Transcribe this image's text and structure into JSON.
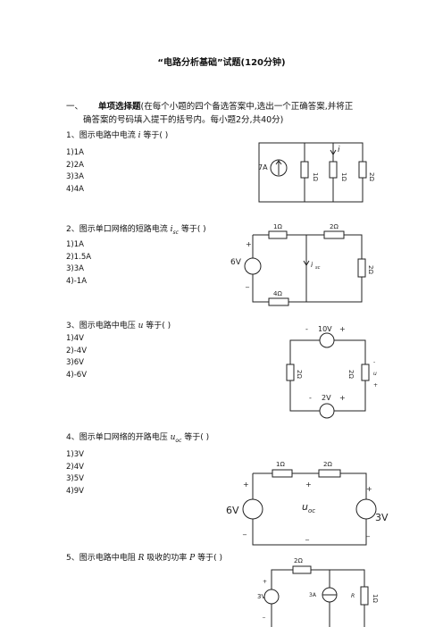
{
  "title": "“电路分析基础”试题(120分钟)",
  "section": {
    "number": "一、",
    "heading": "单项选择题",
    "text_line1": "(在每个小题的四个备选答案中,选出一个正确答案,并将正",
    "text_line2": "确答案的号码填入提干的括号内。每小题2分,共40分)"
  },
  "questions": [
    {
      "prefix": "1、图示电路中电流",
      "var": "i",
      "sub": "",
      "suffix": "等于(     )",
      "options": [
        "1)1A",
        "2)2A",
        "3)3A",
        "4)4A"
      ],
      "labels": {
        "source": "7A",
        "r1": "1Ω",
        "r2": "1Ω",
        "r3": "2Ω",
        "current": "i"
      }
    },
    {
      "prefix": "2、图示单口网络的短路电流",
      "var": "i",
      "sub": "sc",
      "suffix": "等于(     )",
      "options": [
        "1)1A",
        "2)1.5A",
        "3)3A",
        "4)-1A"
      ],
      "labels": {
        "source": "6V",
        "plus": "+",
        "minus": "_",
        "r_top_left": "1Ω",
        "r_top_right": "2Ω",
        "r_right": "2Ω",
        "r_bottom": "4Ω",
        "current": "i",
        "current_sub": "sc"
      }
    },
    {
      "prefix": "3、图示电路中电压",
      "var": "u",
      "sub": "",
      "suffix": "等于(     )",
      "options": [
        "1)4V",
        "2)-4V",
        "3)6V",
        "4)-6V"
      ],
      "labels": {
        "top_source": "10V",
        "bottom_source": "2V",
        "minus": "-",
        "plus": "+",
        "r_left": "2Ω",
        "r_right": "2Ω",
        "u": "u"
      }
    },
    {
      "prefix": "4、图示单口网络的开路电压",
      "var": "u",
      "sub": "oc",
      "suffix": "等于(     )",
      "options": [
        "1)3V",
        "2)4V",
        "3)5V",
        "4)9V"
      ],
      "labels": {
        "left_source": "6V",
        "right_source": "3V",
        "r1": "1Ω",
        "r2": "2Ω",
        "plus": "+",
        "minus": "_",
        "uoc": "u",
        "uoc_sub": "oc"
      }
    },
    {
      "prefix": "5、图示电路中电阻",
      "var": "R",
      "mid": "吸收的功率",
      "var2": "P",
      "suffix": "等于(     )",
      "labels": {
        "source": "3V",
        "current_source": "3A",
        "r_top": "2Ω",
        "r_right": "1Ω",
        "r_label": "R",
        "plus": "+",
        "minus": "_"
      }
    }
  ]
}
